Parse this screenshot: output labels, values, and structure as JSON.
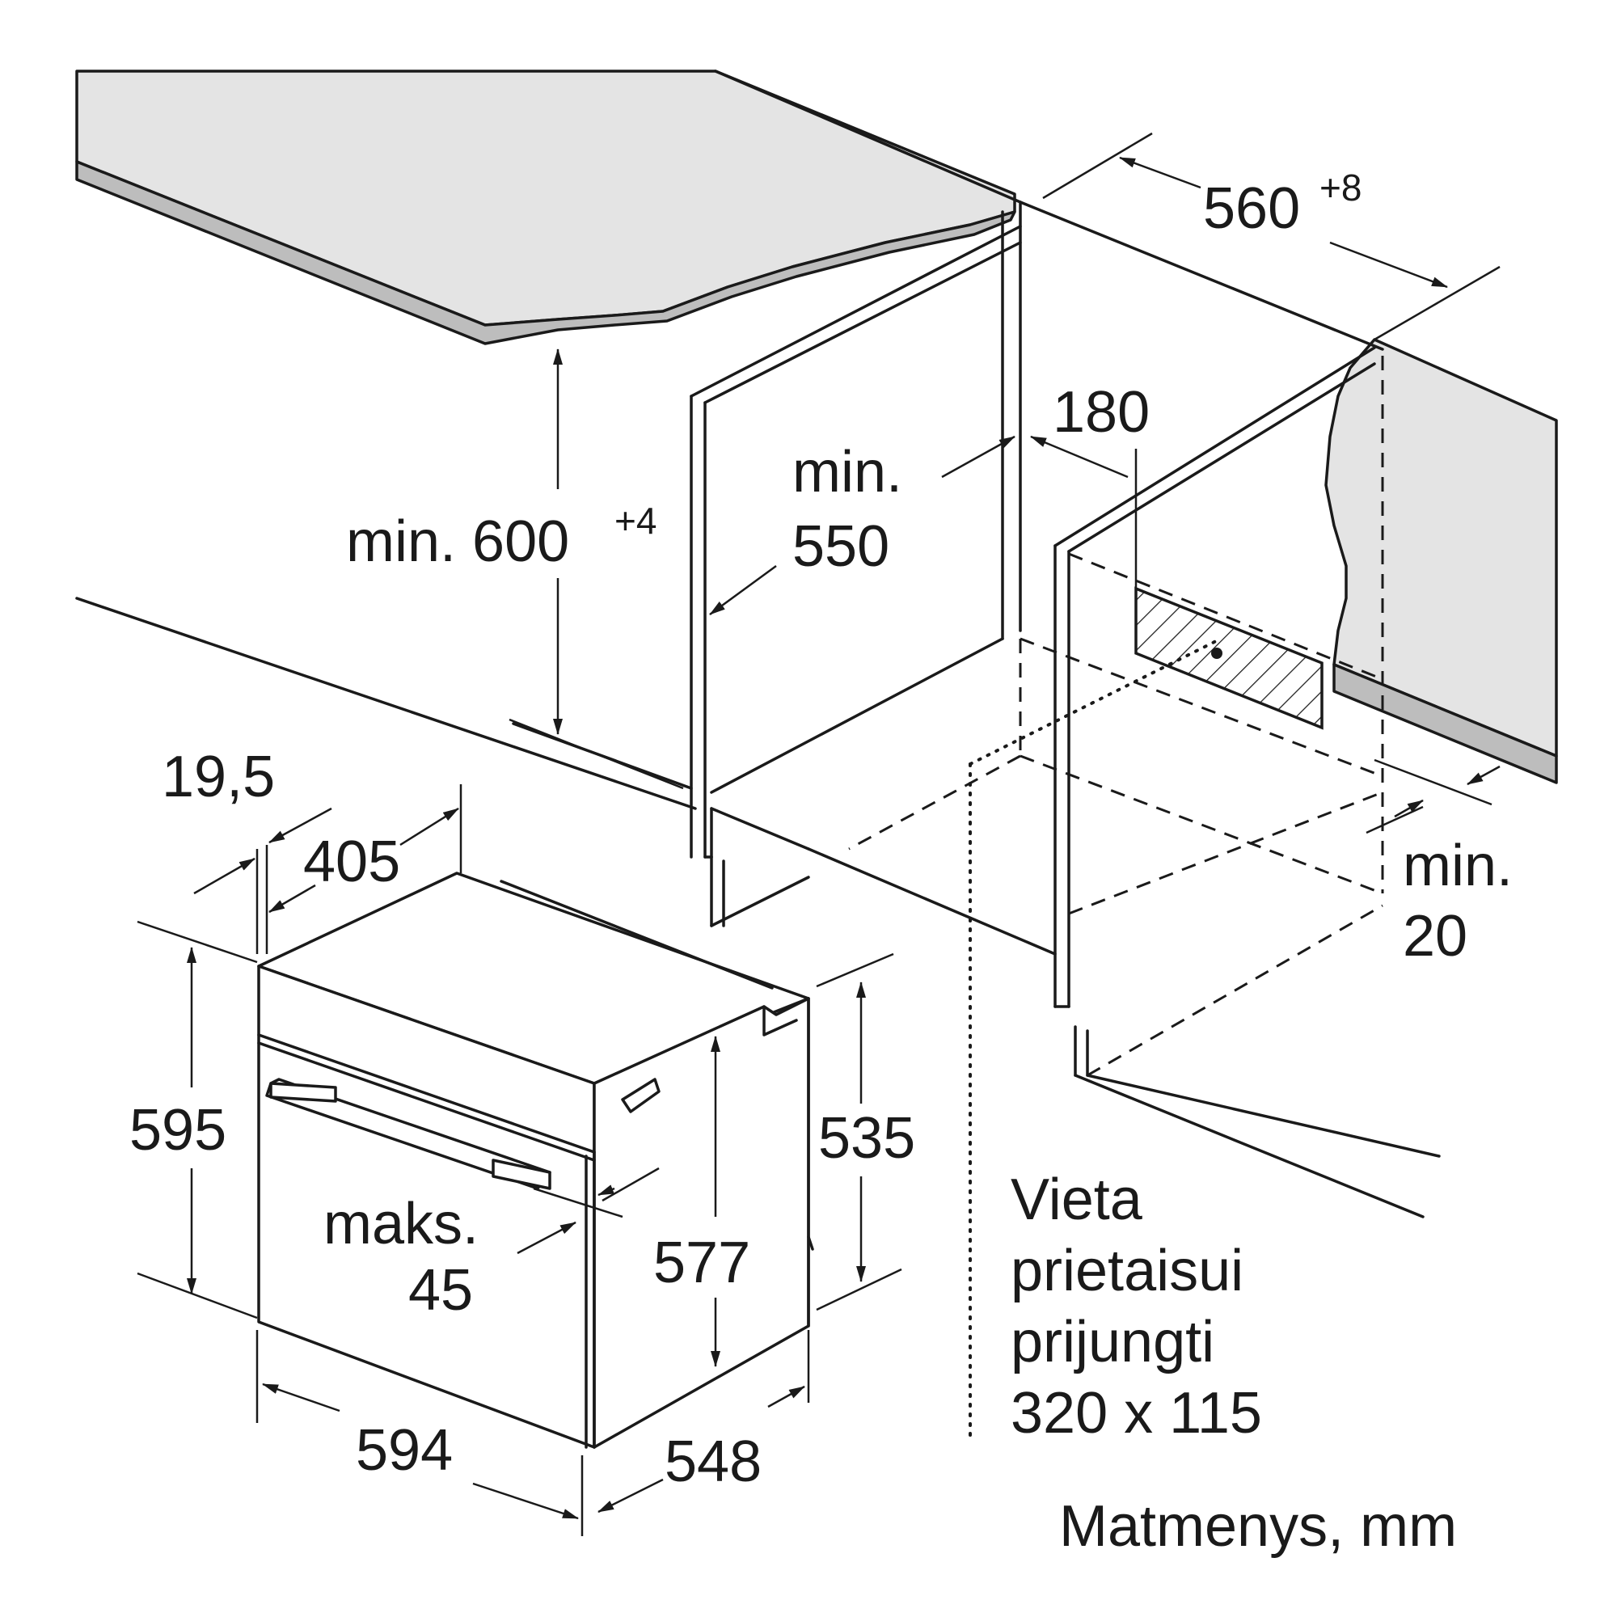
{
  "dimensions": {
    "niche_height": {
      "prefix": "min. 600",
      "tolerance": "+4"
    },
    "niche_width": {
      "value": "560",
      "tolerance": "+8"
    },
    "niche_depth_min": {
      "line1": "min.",
      "line2": "550"
    },
    "cutout_offset": "180",
    "back_gap_min": {
      "line1": "min.",
      "line2": "20"
    },
    "panel_offset": "19,5",
    "top_depth": "405",
    "oven_height": "595",
    "body_height": "535",
    "inner_height": "577",
    "handle_projection": {
      "line1": "maks.",
      "line2": "45"
    },
    "oven_width": "594",
    "oven_depth": "548"
  },
  "connection_area": {
    "line1": "Vieta",
    "line2": "prietaisui",
    "line3": "prijungti",
    "line4": "320 x 115"
  },
  "units_note": "Matmenys, mm",
  "colors": {
    "line": "#1a1a1a",
    "countertop": "#e4e4e4",
    "countertop_edge": "#bdbdbd",
    "background": "#ffffff"
  }
}
